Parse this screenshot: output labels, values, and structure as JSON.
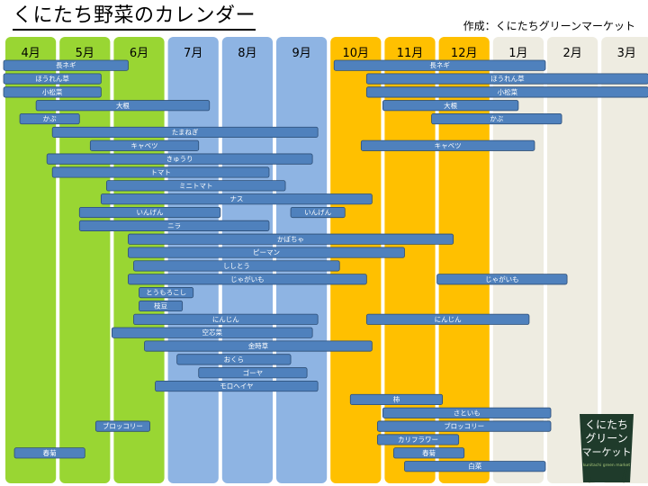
{
  "title": "くにたち野菜のカレンダー",
  "author": "作成：くにたちグリーンマーケット",
  "colors": {
    "spring": "#99d633",
    "summer": "#8eb4e3",
    "autumn": "#ffc000",
    "winter": "#eeece1",
    "bar_fill": "#4f81bd",
    "bar_stroke": "#2c4d75",
    "logo_bg": "#1f3b2b"
  },
  "logo": {
    "lines": [
      "くにたち",
      "グリーン",
      "マーケット"
    ],
    "tagline": "kunitachi green market"
  },
  "chart_data": {
    "type": "gantt",
    "months": [
      "4月",
      "5月",
      "6月",
      "7月",
      "8月",
      "9月",
      "10月",
      "11月",
      "12月",
      "1月",
      "2月",
      "3月"
    ],
    "month_seasons": [
      "spring",
      "spring",
      "spring",
      "summer",
      "summer",
      "summer",
      "autumn",
      "autumn",
      "autumn",
      "winter",
      "winter",
      "winter"
    ],
    "xlabel": "",
    "ylabel": "",
    "rows": [
      {
        "bars": [
          {
            "label": "長ネギ",
            "start": 0.0,
            "end": 2.3
          },
          {
            "label": "長ネギ",
            "start": 6.1,
            "end": 10.0
          }
        ]
      },
      {
        "bars": [
          {
            "label": "ほうれん草",
            "start": 0.0,
            "end": 1.8
          },
          {
            "label": "ほうれん草",
            "start": 6.7,
            "end": 11.9
          }
        ]
      },
      {
        "bars": [
          {
            "label": "小松菜",
            "start": 0.0,
            "end": 1.8
          },
          {
            "label": "小松菜",
            "start": 6.7,
            "end": 11.9
          }
        ]
      },
      {
        "bars": [
          {
            "label": "大根",
            "start": 0.6,
            "end": 3.8
          },
          {
            "label": "大根",
            "start": 7.0,
            "end": 9.5
          }
        ]
      },
      {
        "bars": [
          {
            "label": "かぶ",
            "start": 0.3,
            "end": 1.4
          },
          {
            "label": "かぶ",
            "start": 7.9,
            "end": 10.3
          }
        ]
      },
      {
        "bars": [
          {
            "label": "たまねぎ",
            "start": 0.9,
            "end": 5.8
          }
        ]
      },
      {
        "bars": [
          {
            "label": "キャベツ",
            "start": 1.6,
            "end": 3.6
          },
          {
            "label": "キャベツ",
            "start": 6.6,
            "end": 9.8
          }
        ]
      },
      {
        "bars": [
          {
            "label": "きゅうり",
            "start": 0.8,
            "end": 5.7
          }
        ]
      },
      {
        "bars": [
          {
            "label": "トマト",
            "start": 0.9,
            "end": 4.9
          }
        ]
      },
      {
        "bars": [
          {
            "label": "ミニトマト",
            "start": 1.9,
            "end": 5.2
          }
        ]
      },
      {
        "bars": [
          {
            "label": "ナス",
            "start": 1.8,
            "end": 6.8
          }
        ]
      },
      {
        "bars": [
          {
            "label": "いんげん",
            "start": 1.4,
            "end": 4.0
          },
          {
            "label": "いんげん",
            "start": 5.3,
            "end": 6.3
          }
        ]
      },
      {
        "bars": [
          {
            "label": "ニラ",
            "start": 1.4,
            "end": 4.9
          }
        ]
      },
      {
        "bars": [
          {
            "label": "かぼちゃ",
            "start": 2.3,
            "end": 8.3
          }
        ]
      },
      {
        "bars": [
          {
            "label": "ピーマン",
            "start": 2.3,
            "end": 7.4
          }
        ]
      },
      {
        "bars": [
          {
            "label": "ししとう",
            "start": 2.4,
            "end": 6.2
          }
        ]
      },
      {
        "bars": [
          {
            "label": "じゃがいも",
            "start": 2.3,
            "end": 6.7
          },
          {
            "label": "じゃがいも",
            "start": 8.0,
            "end": 10.4
          }
        ]
      },
      {
        "bars": [
          {
            "label": "とうもろこし",
            "start": 2.5,
            "end": 3.5
          }
        ]
      },
      {
        "bars": [
          {
            "label": "枝豆",
            "start": 2.5,
            "end": 3.3
          }
        ]
      },
      {
        "bars": [
          {
            "label": "にんじん",
            "start": 2.4,
            "end": 5.8
          },
          {
            "label": "にんじん",
            "start": 6.7,
            "end": 9.7
          }
        ]
      },
      {
        "bars": [
          {
            "label": "空芯菜",
            "start": 2.0,
            "end": 5.7
          }
        ]
      },
      {
        "bars": [
          {
            "label": "金時草",
            "start": 2.6,
            "end": 6.8
          }
        ]
      },
      {
        "bars": [
          {
            "label": "おくら",
            "start": 3.2,
            "end": 5.3
          }
        ]
      },
      {
        "bars": [
          {
            "label": "ゴーヤ",
            "start": 3.6,
            "end": 5.6
          }
        ]
      },
      {
        "bars": [
          {
            "label": "モロヘイヤ",
            "start": 2.8,
            "end": 5.8
          }
        ]
      },
      {
        "bars": [
          {
            "label": "柿",
            "start": 6.4,
            "end": 8.1
          }
        ]
      },
      {
        "bars": [
          {
            "label": "さといも",
            "start": 7.0,
            "end": 10.1
          }
        ]
      },
      {
        "bars": [
          {
            "label": "ブロッコリー",
            "start": 1.7,
            "end": 2.7
          },
          {
            "label": "ブロッコリー",
            "start": 6.9,
            "end": 10.1
          }
        ]
      },
      {
        "bars": [
          {
            "label": "カリフラワー",
            "start": 6.9,
            "end": 8.4
          }
        ]
      },
      {
        "bars": [
          {
            "label": "春菊",
            "start": 0.2,
            "end": 1.5
          },
          {
            "label": "春菊",
            "start": 7.2,
            "end": 8.5
          }
        ]
      },
      {
        "bars": [
          {
            "label": "白菜",
            "start": 7.4,
            "end": 10.0
          }
        ]
      }
    ]
  }
}
